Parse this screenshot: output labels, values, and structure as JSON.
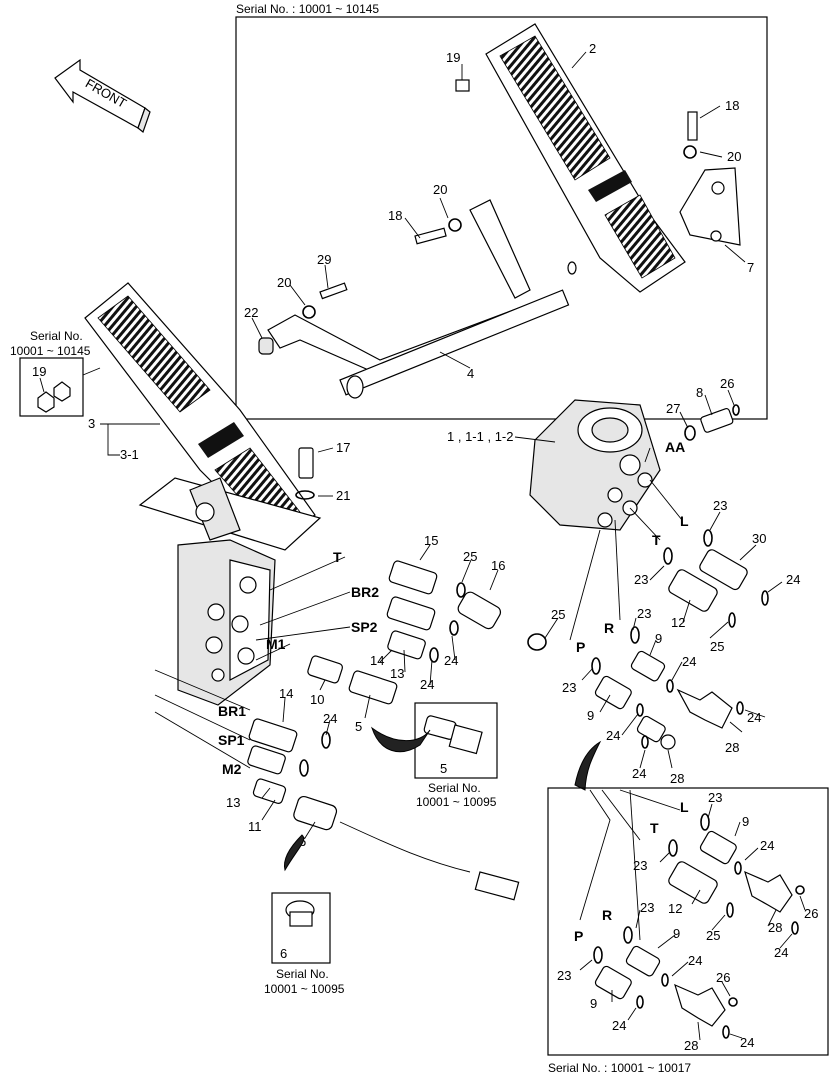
{
  "direction_label": "FRONT",
  "boxes": {
    "top_serial": "Serial No. : 10001 ~ 10145",
    "left_serial_line1": "Serial No.",
    "left_serial_line2": "10001 ~ 10145",
    "sensor5_serial_line1": "Serial No.",
    "sensor5_serial_line2": "10001 ~ 10095",
    "sensor6_serial_line1": "Serial No.",
    "sensor6_serial_line2": "10001 ~ 10095",
    "bottom_serial": "Serial No. : 10001 ~ 10017"
  },
  "port_labels": {
    "aa": "AA",
    "l_main": "L",
    "t_main": "T",
    "r_main": "R",
    "p_main": "P",
    "t_valve": "T",
    "br2": "BR2",
    "sp2": "SP2",
    "m1": "M1",
    "br1": "BR1",
    "sp1": "SP1",
    "m2": "M2",
    "l_inset": "L",
    "t_inset": "T",
    "r_inset": "R",
    "p_inset": "P"
  },
  "part_numbers": {
    "top_19": "19",
    "top_2": "2",
    "top_18a": "18",
    "top_20a": "20",
    "top_20b": "20",
    "top_18b": "18",
    "top_7": "7",
    "top_29": "29",
    "top_20c": "20",
    "top_22": "22",
    "top_4": "4",
    "left_19": "19",
    "left_3": "3",
    "left_3_1": "3-1",
    "v_17": "17",
    "v_21": "21",
    "v_15": "15",
    "v_25a": "25",
    "v_16": "16",
    "v_25b": "25",
    "v_24a": "24",
    "v_14a": "14",
    "v_13a": "13",
    "v_24b": "24",
    "v_10": "10",
    "v_5": "5",
    "v_14b": "14",
    "v_24c": "24",
    "v_13b": "13",
    "v_11": "11",
    "v_6": "6",
    "box_5": "5",
    "box_6": "6",
    "u_1": "1 , 1-1 , 1-2",
    "u_27": "27",
    "u_8": "8",
    "u_26": "26",
    "u_23a": "23",
    "u_30": "30",
    "u_23b": "23",
    "u_24a": "24",
    "u_12": "12",
    "u_25": "25",
    "u_23c": "23",
    "u_9a": "9",
    "u_24b": "24",
    "u_23d": "23",
    "u_24c": "24",
    "u_9b": "9",
    "u_24d": "24",
    "u_28a": "28",
    "u_24e": "24",
    "u_28b": "28",
    "i_23a": "23",
    "i_9a": "9",
    "i_24a": "24",
    "i_23b": "23",
    "i_12": "12",
    "i_28a": "28",
    "i_26a": "26",
    "i_25": "25",
    "i_24b": "24",
    "i_23c": "23",
    "i_9b": "9",
    "i_23d": "23",
    "i_24c": "24",
    "i_26b": "26",
    "i_9c": "9",
    "i_24d": "24",
    "i_28b": "28",
    "i_24e": "24"
  }
}
